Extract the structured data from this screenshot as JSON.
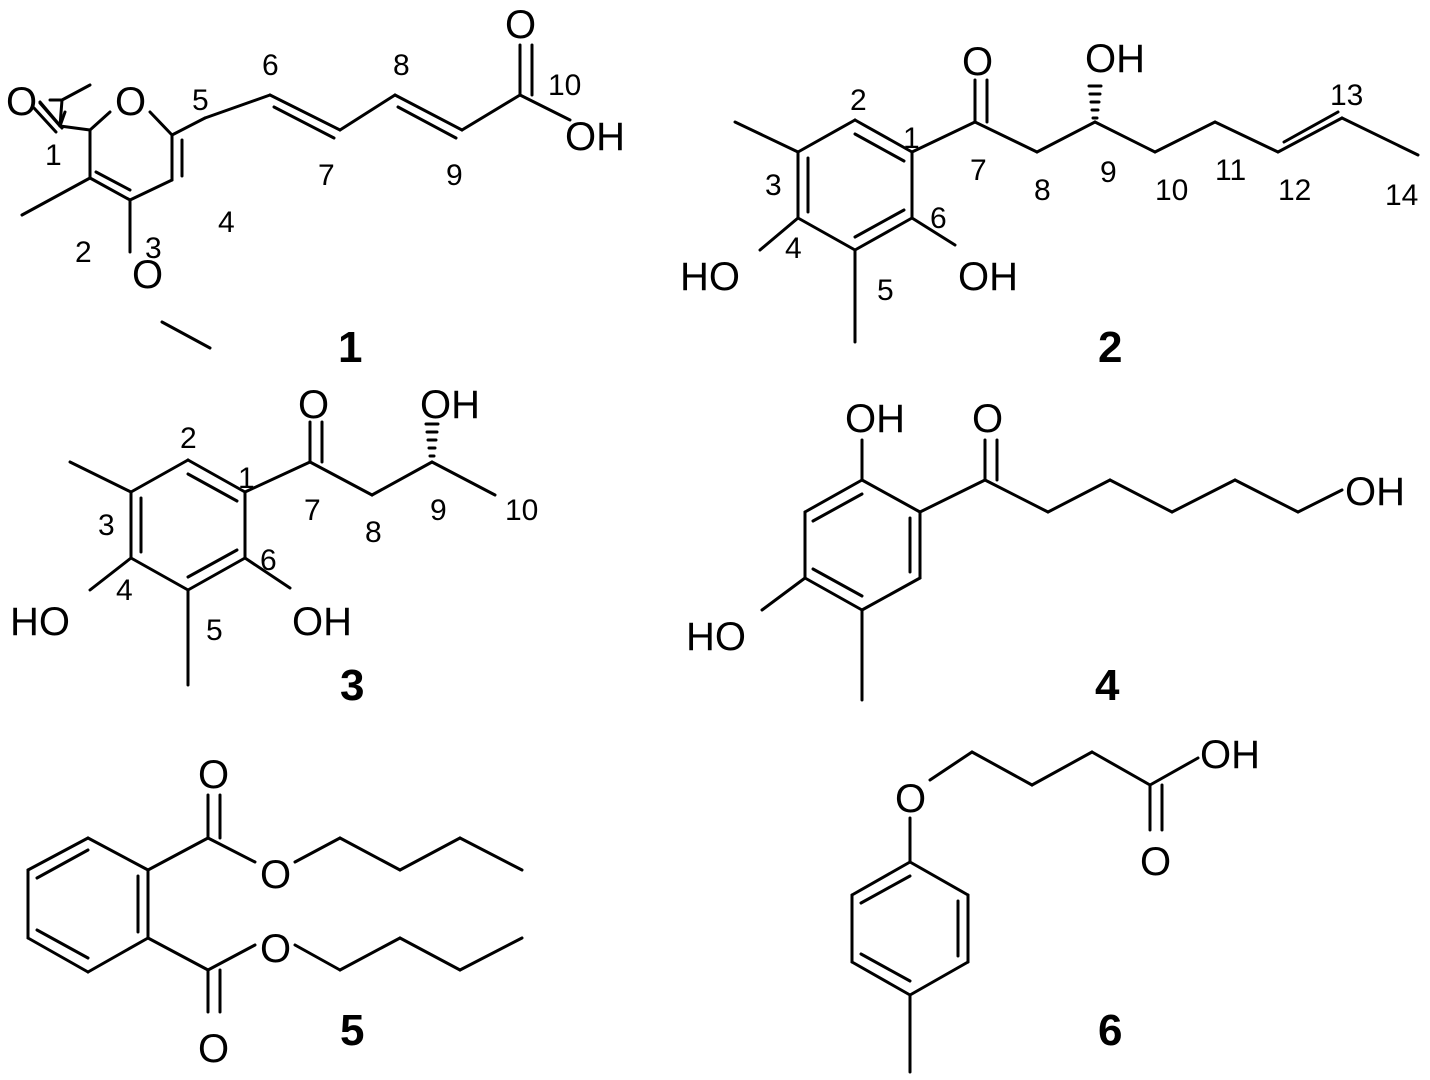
{
  "figure": {
    "compounds": [
      {
        "id": "1",
        "atoms": [
          "O",
          "O",
          "O",
          "O",
          "OH"
        ],
        "numbers": [
          "1",
          "2",
          "3",
          "4",
          "5",
          "6",
          "7",
          "8",
          "9",
          "10"
        ]
      },
      {
        "id": "2",
        "atoms": [
          "O",
          "OH",
          "HO",
          "OH"
        ],
        "numbers": [
          "1",
          "2",
          "3",
          "4",
          "5",
          "6",
          "7",
          "8",
          "9",
          "10",
          "11",
          "12",
          "13",
          "14"
        ]
      },
      {
        "id": "3",
        "atoms": [
          "O",
          "OH",
          "HO",
          "OH"
        ],
        "numbers": [
          "1",
          "2",
          "3",
          "4",
          "5",
          "6",
          "7",
          "8",
          "9",
          "10"
        ]
      },
      {
        "id": "4",
        "atoms": [
          "OH",
          "O",
          "OH",
          "HO"
        ]
      },
      {
        "id": "5",
        "atoms": [
          "O",
          "O",
          "O",
          "O"
        ]
      },
      {
        "id": "6",
        "atoms": [
          "O",
          "OH",
          "O"
        ]
      }
    ]
  }
}
